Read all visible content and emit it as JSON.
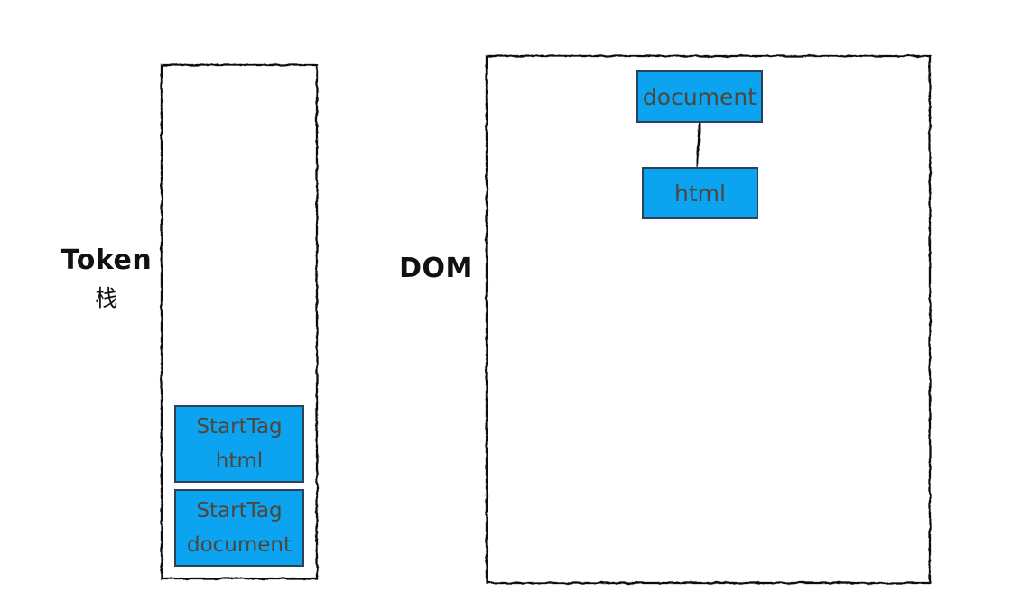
{
  "labels": {
    "token_line1": "Token",
    "token_line2": "栈",
    "dom": "DOM"
  },
  "token_stack": {
    "items": [
      {
        "type": "StartTag",
        "name": "html"
      },
      {
        "type": "StartTag",
        "name": "document"
      }
    ]
  },
  "dom_tree": {
    "root": {
      "label": "document"
    },
    "child": {
      "label": "html"
    }
  },
  "colors": {
    "node_fill": "#0ca4f0",
    "node_border": "#2c4257",
    "node_text": "#4f463b",
    "outline": "#111111",
    "background": "#ffffff"
  }
}
